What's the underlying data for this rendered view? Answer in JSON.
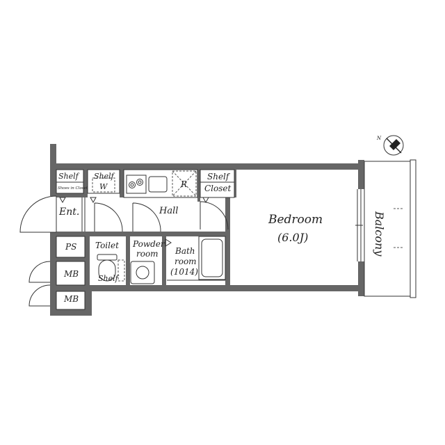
{
  "labels": {
    "shelf_entry": "Shelf",
    "shoes_in_closet": "Shoes in Closet",
    "shelf_w": "Shelf",
    "w": "W",
    "r": "R",
    "shelf_closet": "Shelf",
    "closet": "Closet",
    "ent": "Ent.",
    "hall": "Hall",
    "bedroom": "Bedroom",
    "bedroom_size": "(6.0J)",
    "balcony": "Balcony",
    "ps": "PS",
    "toilet": "Toilet",
    "shelf_toilet": "Shelf",
    "powder_room_1": "Powder",
    "powder_room_2": "room",
    "bath_1": "Bath",
    "bath_2": "room",
    "bath_size": "(1014)",
    "mb_1": "MB",
    "mb_2": "MB",
    "north": "N"
  },
  "colors": {
    "wall": "#666666",
    "line": "#333333",
    "background": "#ffffff"
  }
}
